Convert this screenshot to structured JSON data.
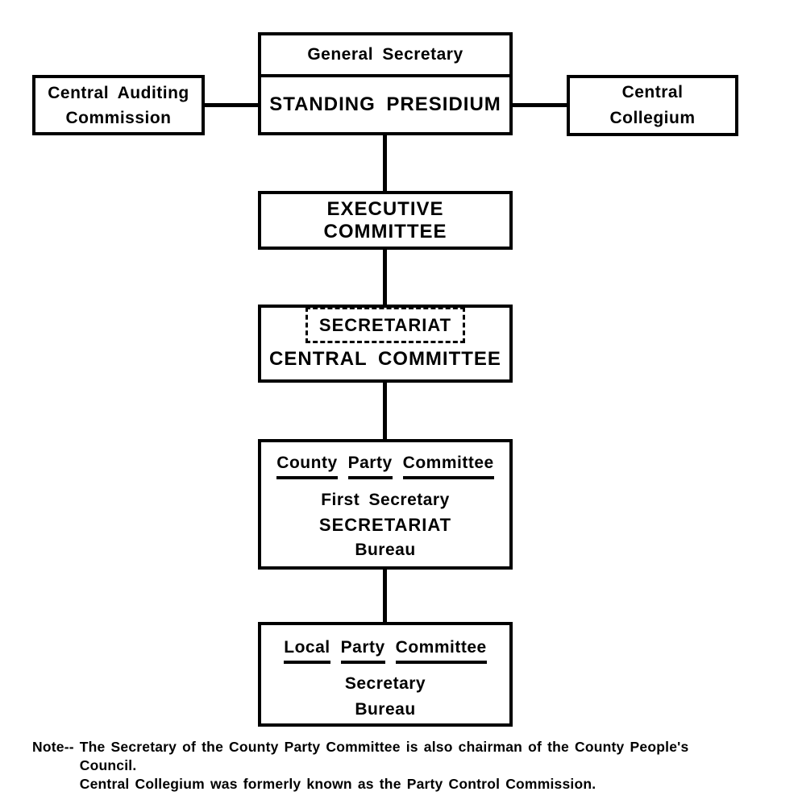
{
  "page": {
    "background_color": "#ffffff",
    "ink_color": "#000000"
  },
  "chart_data": {
    "type": "org-chart",
    "nodes": {
      "presidium": {
        "top_label": "General Secretary",
        "main_label": "STANDING PRESIDIUM"
      },
      "central_auditing": {
        "line1": "Central Auditing",
        "line2": "Commission"
      },
      "central_collegium": {
        "line1": "Central",
        "line2": "Collegium"
      },
      "executive_committee": {
        "label": "EXECUTIVE COMMITTEE"
      },
      "central_committee": {
        "secretariat_label": "SECRETARIAT",
        "label": "CENTRAL COMMITTEE"
      },
      "county_party_committee": {
        "title_words": [
          "County",
          "Party",
          "Committee"
        ],
        "lines": [
          "First Secretary",
          "SECRETARIAT",
          "Bureau"
        ]
      },
      "local_party_committee": {
        "title_words": [
          "Local",
          "Party",
          "Committee"
        ],
        "lines": [
          "Secretary",
          "Bureau"
        ]
      }
    },
    "edges": [
      "central_auditing - presidium",
      "presidium - central_collegium",
      "presidium - executive_committee",
      "executive_committee - central_committee",
      "central_committee - county_party_committee",
      "county_party_committee - local_party_committee"
    ],
    "note": {
      "label": "Note--",
      "lines": [
        "The Secretary of the County Party Committee is also chairman of the County People's",
        "Council.",
        "Central Collegium was formerly known as the Party Control Commission."
      ]
    }
  }
}
